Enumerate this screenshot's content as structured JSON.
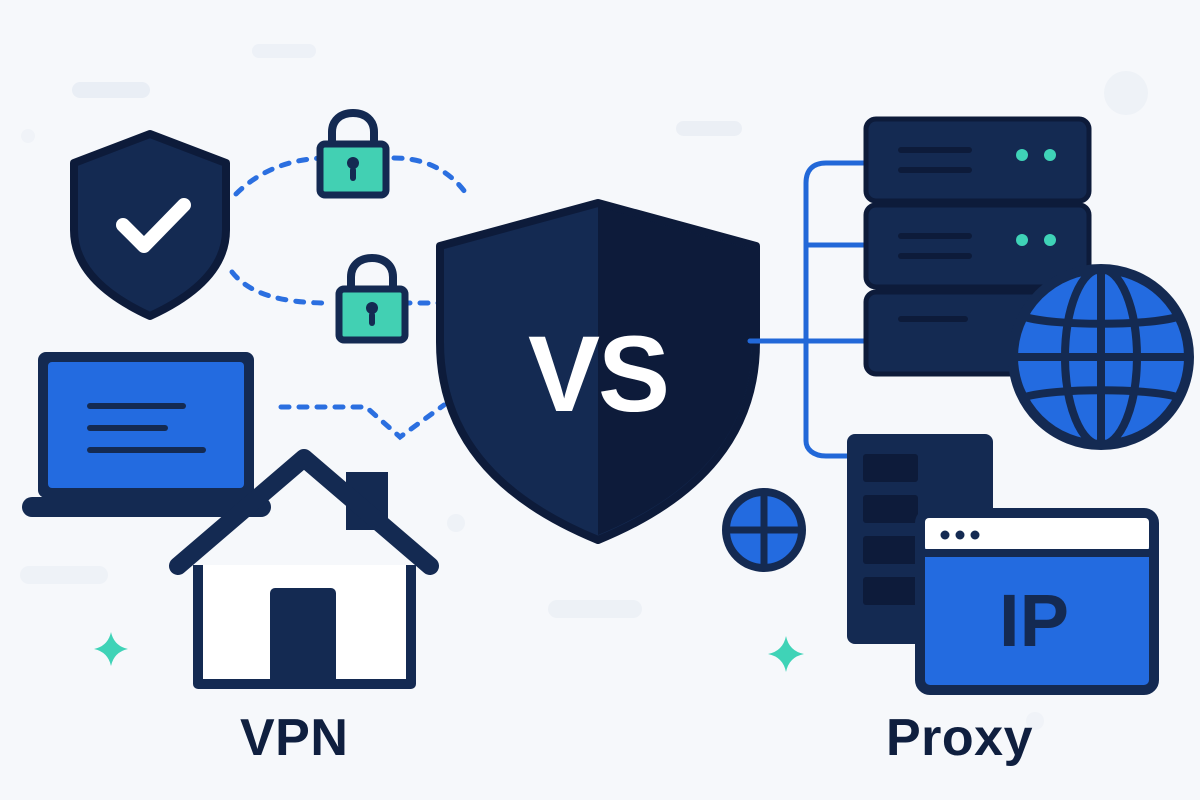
{
  "center": {
    "vs_text": "VS"
  },
  "left": {
    "label": "VPN"
  },
  "right": {
    "label": "Proxy",
    "ip_text": "IP"
  },
  "colors": {
    "navy": "#142a52",
    "navy_dark": "#0d1b3a",
    "blue": "#1f67d8",
    "blue_bright": "#2a72e3",
    "teal": "#3fd3b7",
    "white": "#ffffff",
    "bg": "#f6f8fb",
    "soft": "#e8edf4"
  },
  "icons": [
    "shield-check-icon",
    "padlock-icon",
    "laptop-icon",
    "house-icon",
    "vs-shield-icon",
    "server-rack-icon",
    "globe-icon",
    "browser-window-icon",
    "sparkle-icon"
  ]
}
